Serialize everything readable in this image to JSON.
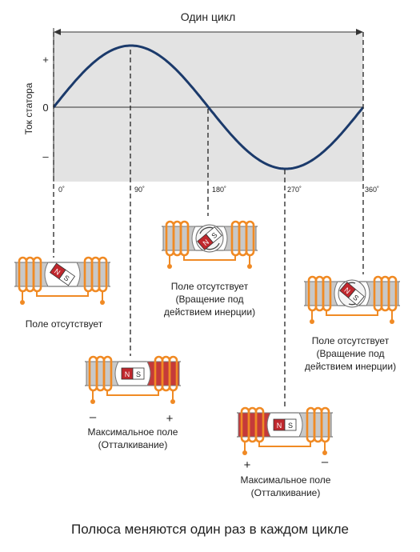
{
  "colors": {
    "plot_background": "#e3e3e3",
    "wave": "#1b3a6b",
    "coil": "#f08a24",
    "magnet_red": "#c0272d",
    "pole_gray": "#c8c8c8",
    "pole_red": "#c53a3a"
  },
  "chart_data": {
    "type": "line",
    "title": "Один цикл",
    "ylabel": "Ток статора",
    "y_ticks": [
      "+",
      "0",
      "–"
    ],
    "x_ticks": [
      "0˚",
      "90˚",
      "180˚",
      "270˚",
      "360˚"
    ],
    "x": [
      0,
      90,
      180,
      270,
      360
    ],
    "y": [
      0,
      1,
      0,
      -1,
      0
    ],
    "xlim": [
      0,
      360
    ],
    "ylim": [
      -1.2,
      1.2
    ],
    "curve": "sine"
  },
  "states": [
    {
      "angle": "0˚",
      "label": [
        "Поле отсутствует"
      ]
    },
    {
      "angle": "90˚",
      "label": [
        "Максимальное поле",
        "(Отталкивание)"
      ],
      "minus": "–",
      "plus": "+"
    },
    {
      "angle": "180˚",
      "label": [
        "Поле отсутствует",
        "(Вращение под",
        "действием инерции)"
      ]
    },
    {
      "angle": "270˚",
      "label": [
        "Максимальное поле",
        "(Отталкивание)"
      ],
      "plus": "+",
      "minus": "–"
    },
    {
      "angle": "360˚",
      "label": [
        "Поле отсутствует",
        "(Вращение под",
        "действием инерции)"
      ]
    }
  ],
  "magnet_letters": {
    "north": "N",
    "south": "S"
  },
  "footer": "Полюса меняются один раз в каждом цикле"
}
